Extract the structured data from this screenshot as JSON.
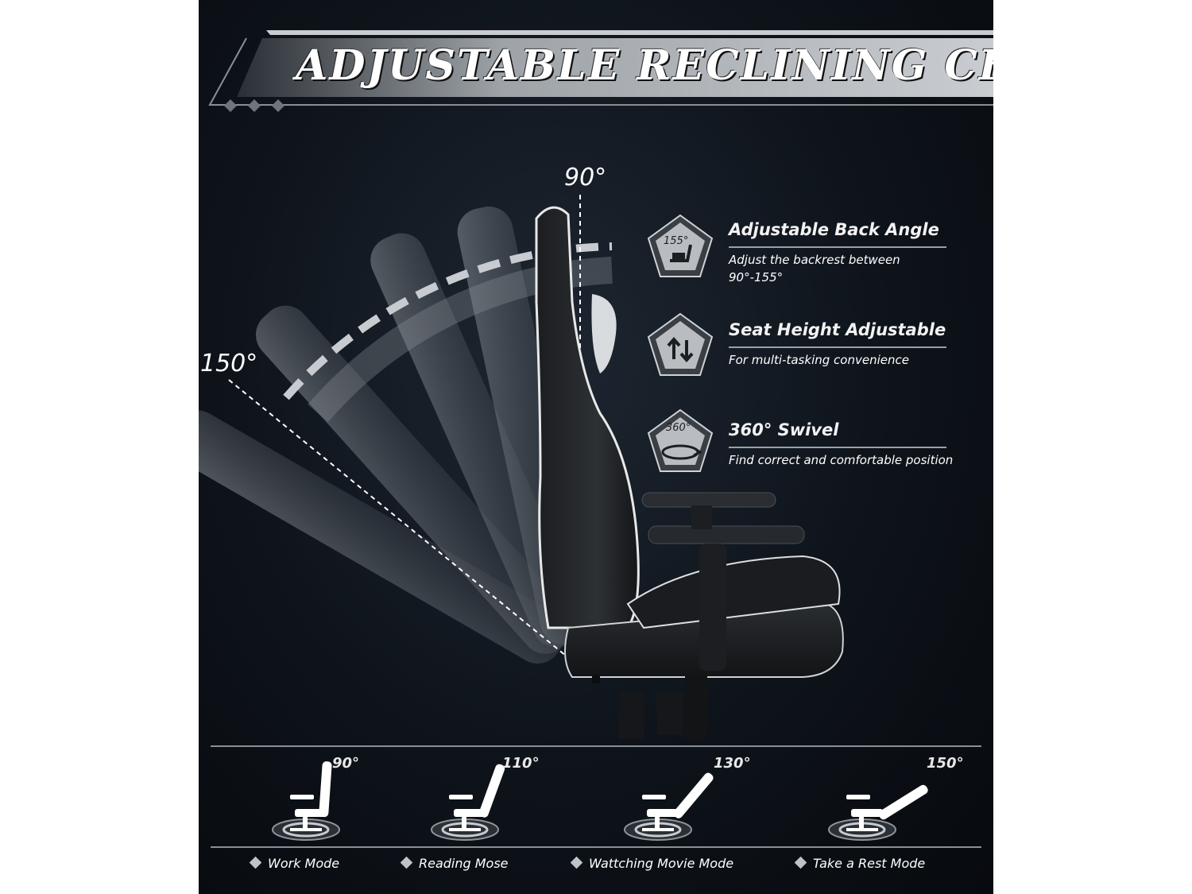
{
  "banner": {
    "title": "ADJUSTABLE RECLINING CHAIR"
  },
  "angles": {
    "upright": "90°",
    "reclined": "150°"
  },
  "features": [
    {
      "icon": "backrest-angle-icon",
      "icon_text": "155°",
      "title": "Adjustable Back Angle",
      "description": "Adjust the backrest between 90°-155°"
    },
    {
      "icon": "up-down-arrows-icon",
      "icon_text": "",
      "title": "Seat Height Adjustable",
      "description": "For multi-tasking convenience"
    },
    {
      "icon": "swivel-360-icon",
      "icon_text": "360°",
      "title": "360° Swivel",
      "description": "Find correct and comfortable position"
    }
  ],
  "modes": [
    {
      "angle": "90°",
      "label": "Work Mode"
    },
    {
      "angle": "110°",
      "label": "Reading Mose"
    },
    {
      "angle": "130°",
      "label": "Wattching Movie Mode"
    },
    {
      "angle": "150°",
      "label": "Take a Rest Mode"
    }
  ],
  "colors": {
    "background": "#0e131a",
    "text": "#ffffff",
    "accent_gray": "#9aa0a6"
  }
}
